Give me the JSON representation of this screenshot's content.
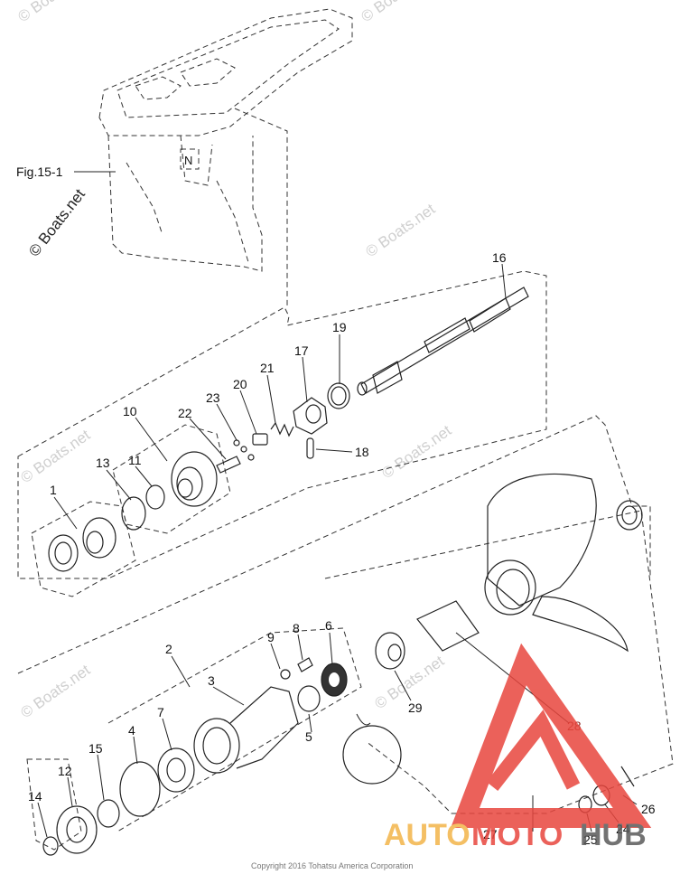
{
  "figure_ref": "Fig.15-1",
  "watermark": "© Boats.net",
  "copyright": "Copyright 2016 Tohatsu America Corporation",
  "logo_text": {
    "auto": "AUTO",
    "moto": "MOTO",
    "hub": "HUB"
  },
  "colors": {
    "logo_red": "#e8463e",
    "logo_orange": "#f3b54a",
    "logo_gray": "#5a5a5a"
  },
  "callouts": [
    "1",
    "2",
    "3",
    "4",
    "5",
    "6",
    "7",
    "8",
    "9",
    "10",
    "11",
    "12",
    "13",
    "14",
    "15",
    "16",
    "17",
    "18",
    "19",
    "20",
    "21",
    "22",
    "23",
    "24",
    "25",
    "26",
    "27",
    "28",
    "29"
  ]
}
